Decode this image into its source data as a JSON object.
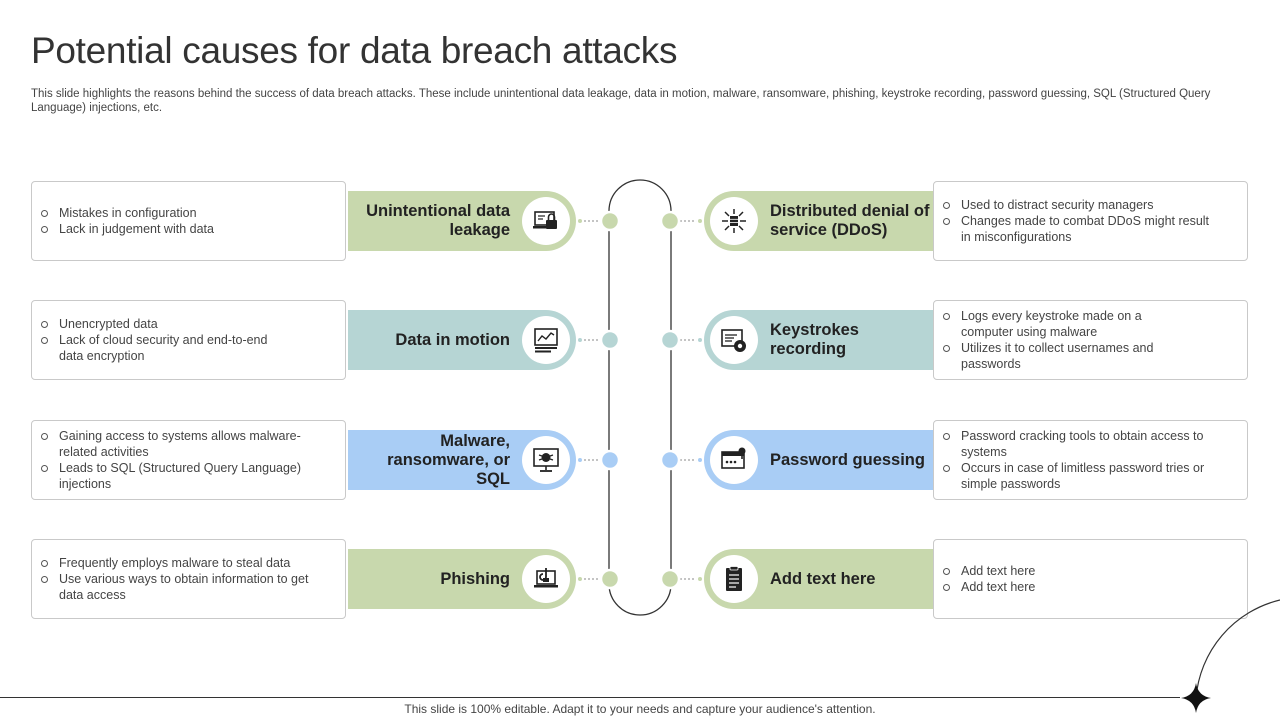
{
  "title": "Potential causes for data breach attacks",
  "subtitle": "This slide highlights the reasons behind the success of data breach attacks. These include unintentional data leakage, data in motion, malware, ransomware, phishing, keystroke recording, password guessing, SQL (Structured Query Language) injections, etc.",
  "left_items": [
    {
      "label": "Unintentional data leakage",
      "icon": "laptop-lock-icon",
      "color": "#c8d8ad",
      "bullets": [
        "Mistakes in configuration",
        "Lack in judgement with data"
      ]
    },
    {
      "label": "Data in motion",
      "icon": "data-chart-icon",
      "color": "#b6d5d4",
      "bullets": [
        "Unencrypted data",
        "Lack of cloud security and end-to-end data encryption"
      ]
    },
    {
      "label": "Malware, ransomware, or SQL",
      "icon": "monitor-bug-icon",
      "color": "#a9cdf5",
      "bullets": [
        "Gaining access to systems allows malware-related activities",
        "Leads to SQL (Structured Query Language) injections"
      ]
    },
    {
      "label": "Phishing",
      "icon": "laptop-hook-icon",
      "color": "#c8d8ad",
      "bullets": [
        "Frequently employs malware to steal data",
        "Use various  ways to obtain information to get data access"
      ]
    }
  ],
  "right_items": [
    {
      "label": "Distributed denial of service (DDoS)",
      "icon": "server-network-icon",
      "color": "#c8d8ad",
      "bullets": [
        "Used to distract security managers",
        "Changes made to combat DDoS might result in misconfigurations"
      ]
    },
    {
      "label": "Keystrokes recording",
      "icon": "document-gear-icon",
      "color": "#b6d5d4",
      "bullets": [
        "Logs every  keystroke made on a computer using malware",
        "Utilizes it to collect usernames and passwords"
      ]
    },
    {
      "label": "Password guessing",
      "icon": "password-window-icon",
      "color": "#a9cdf5",
      "bullets": [
        "Password cracking tools to obtain access to systems",
        "Occurs in case of limitless password tries or simple passwords"
      ]
    },
    {
      "label": "Add text here",
      "icon": "clipboard-icon",
      "color": "#c8d8ad",
      "bullets": [
        "Add text here",
        "Add text here"
      ]
    }
  ],
  "footer": "This slide is 100% editable. Adapt it to your needs and capture your audience's attention.",
  "colors": {
    "green": "#c8d8ad",
    "teal": "#b6d5d4",
    "blue": "#a9cdf5",
    "dot_green": "#c8d8ad",
    "dot_teal": "#b6d5d4",
    "dot_blue": "#a9cdf5"
  }
}
